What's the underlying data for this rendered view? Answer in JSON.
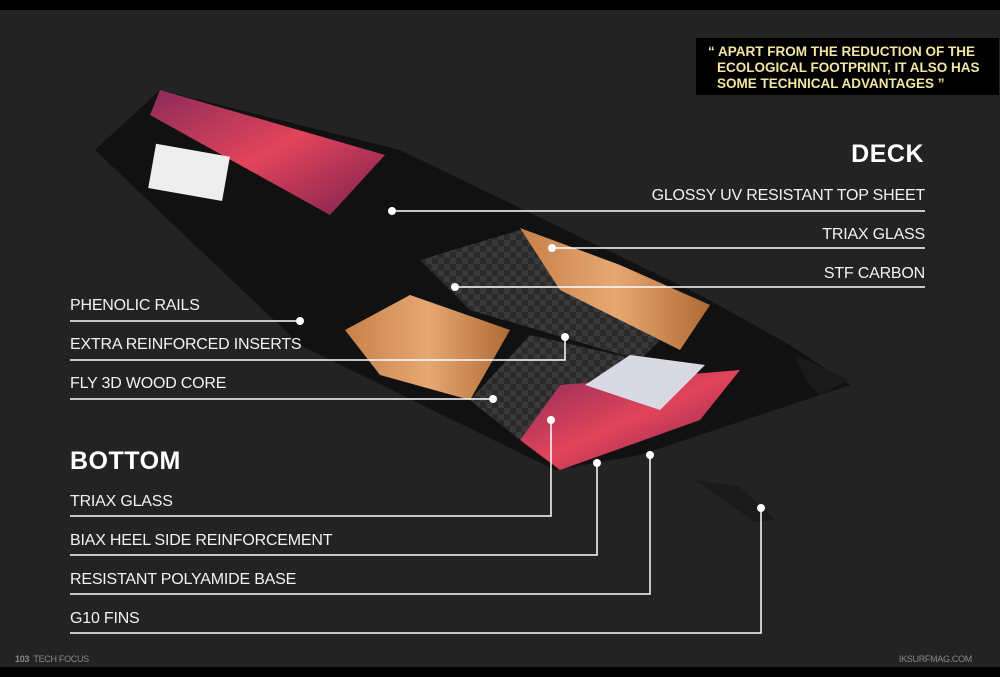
{
  "quote": {
    "lines": [
      "“ APART FROM THE REDUCTION OF THE",
      "ECOLOGICAL FOOTPRINT, IT ALSO HAS",
      "SOME TECHNICAL ADVANTAGES ”"
    ]
  },
  "deck": {
    "heading": "DECK",
    "items": [
      "GLOSSY UV RESISTANT TOP SHEET",
      "TRIAX GLASS",
      "STF CARBON"
    ]
  },
  "middle": {
    "items": [
      "PHENOLIC RAILS",
      "EXTRA REINFORCED INSERTS",
      "FLY 3D WOOD CORE"
    ]
  },
  "bottom": {
    "heading": "BOTTOM",
    "items": [
      "TRIAX GLASS",
      "BIAX HEEL SIDE REINFORCEMENT",
      "RESISTANT POLYAMIDE BASE",
      "G10 FINS"
    ]
  },
  "footer": {
    "page_number": "103",
    "section": "TECH FOCUS",
    "site": "IKSURFMAG.COM"
  },
  "colors": {
    "quote_text": "#f3e6a0",
    "background": "#232323"
  }
}
